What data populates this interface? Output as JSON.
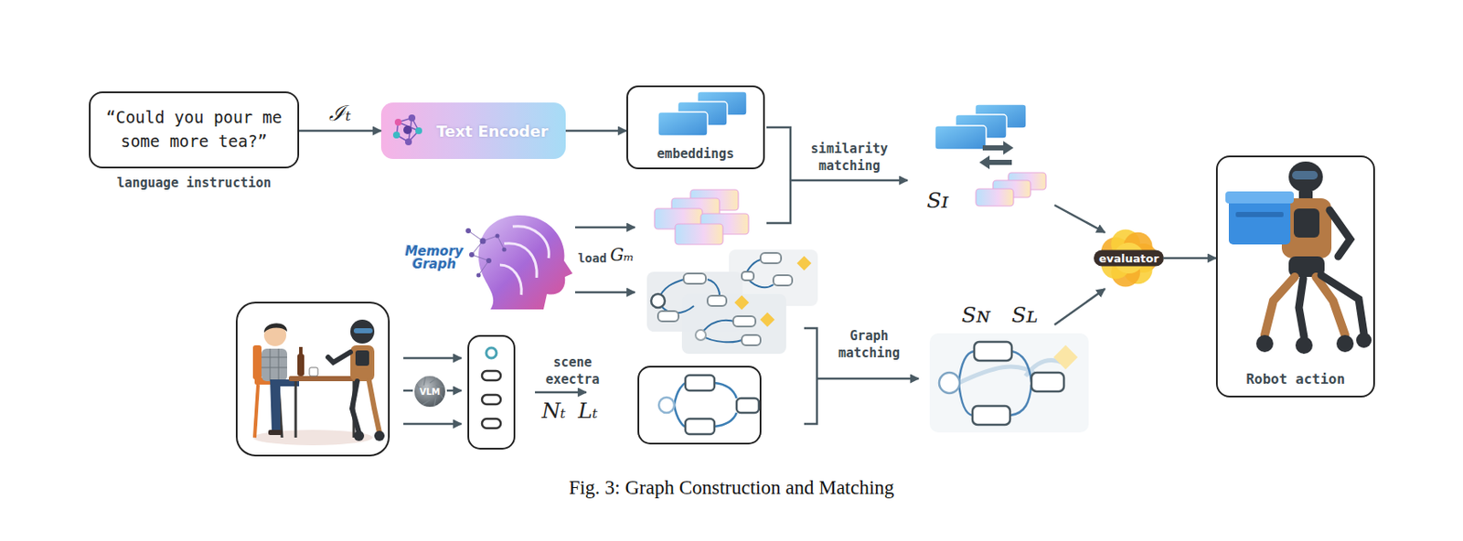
{
  "diagram": {
    "caption": "Fig. 3: Graph Construction and Matching",
    "nodes": [
      {
        "text": [
          "“Could you pour me some more tea?”",
          "language instruction"
        ]
      },
      {
        "text": [
          "Text Encoder"
        ]
      },
      {
        "text": [
          "embeddings"
        ]
      },
      {
        "text": [
          "VLM"
        ]
      },
      {
        "text": [
          "evaluator"
        ]
      },
      {
        "text": [
          "Robot action"
        ]
      }
    ],
    "edges": [
      {
        "from": 0,
        "to": 1,
        "arrow": "to",
        "label": "ℐₜ"
      },
      {
        "from": 1,
        "to": 2,
        "arrow": "to"
      },
      {
        "from": 4,
        "to": 5,
        "arrow": "to"
      }
    ],
    "labels": [
      "load",
      "Gₘ",
      "Memory Graph",
      "similarity matching",
      "Sɪ",
      "scene exectra",
      "Nₜ",
      "Lₜ",
      "Graph matching",
      "Sɴ",
      "Sʟ"
    ]
  }
}
